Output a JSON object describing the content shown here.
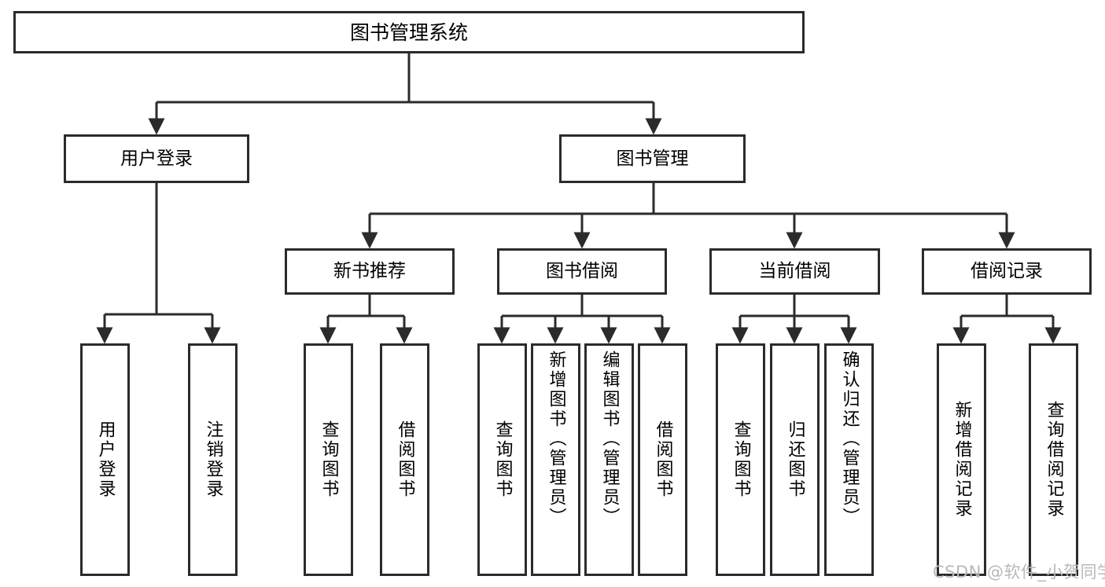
{
  "diagram": {
    "title": "图书管理系统",
    "type": "功能结构图",
    "style": {
      "box_border_color": "#2b2b2b",
      "box_fill_color": "#ffffff",
      "edge_color": "#2b2b2b",
      "background_color": "#ffffff",
      "watermark_color": "#b9b9b9"
    }
  },
  "root": {
    "label": "图书管理系统"
  },
  "level1": [
    {
      "label": "用户登录"
    },
    {
      "label": "图书管理"
    }
  ],
  "level2": [
    {
      "label": "新书推荐"
    },
    {
      "label": "图书借阅"
    },
    {
      "label": "当前借阅"
    },
    {
      "label": "借阅记录"
    }
  ],
  "leaves": {
    "user_login": [
      {
        "label": "用户登录"
      },
      {
        "label": "注销登录"
      }
    ],
    "new_book_recommend": [
      {
        "label": "查询图书"
      },
      {
        "label": "借阅图书"
      }
    ],
    "book_borrow": [
      {
        "label": "查询图书"
      },
      {
        "label": "新增图书（管理员）"
      },
      {
        "label": "编辑图书（管理员）"
      },
      {
        "label": "借阅图书"
      }
    ],
    "current_borrow": [
      {
        "label": "查询图书"
      },
      {
        "label": "归还图书"
      },
      {
        "label": "确认归还（管理员）"
      }
    ],
    "borrow_record": [
      {
        "label": "新增借阅记录"
      },
      {
        "label": "查询借阅记录"
      }
    ]
  },
  "watermark": {
    "text": "CSDN @软件_小贺同学"
  }
}
